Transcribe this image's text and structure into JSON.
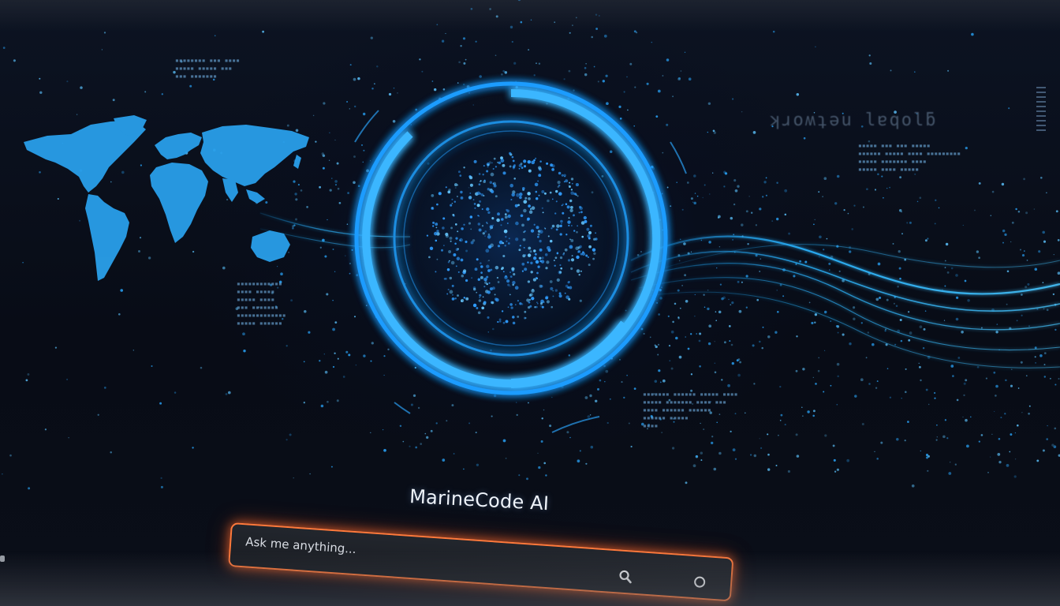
{
  "app": {
    "title": "MarineCode AI"
  },
  "search": {
    "placeholder": "Ask me anything...",
    "value": ""
  },
  "icons": {
    "search": "search-icon",
    "secondary": "circle-icon",
    "map": "world-map-graphic",
    "orb": "ai-orb-graphic"
  },
  "background": {
    "mirrored_label": "ʞɹoʍʇǝu lɐqolƃ"
  },
  "colors": {
    "accent_blue": "#1ea7ff",
    "glow_orange": "#ff7a3c",
    "background": "#070a12",
    "title_text": "#eef3fa"
  }
}
